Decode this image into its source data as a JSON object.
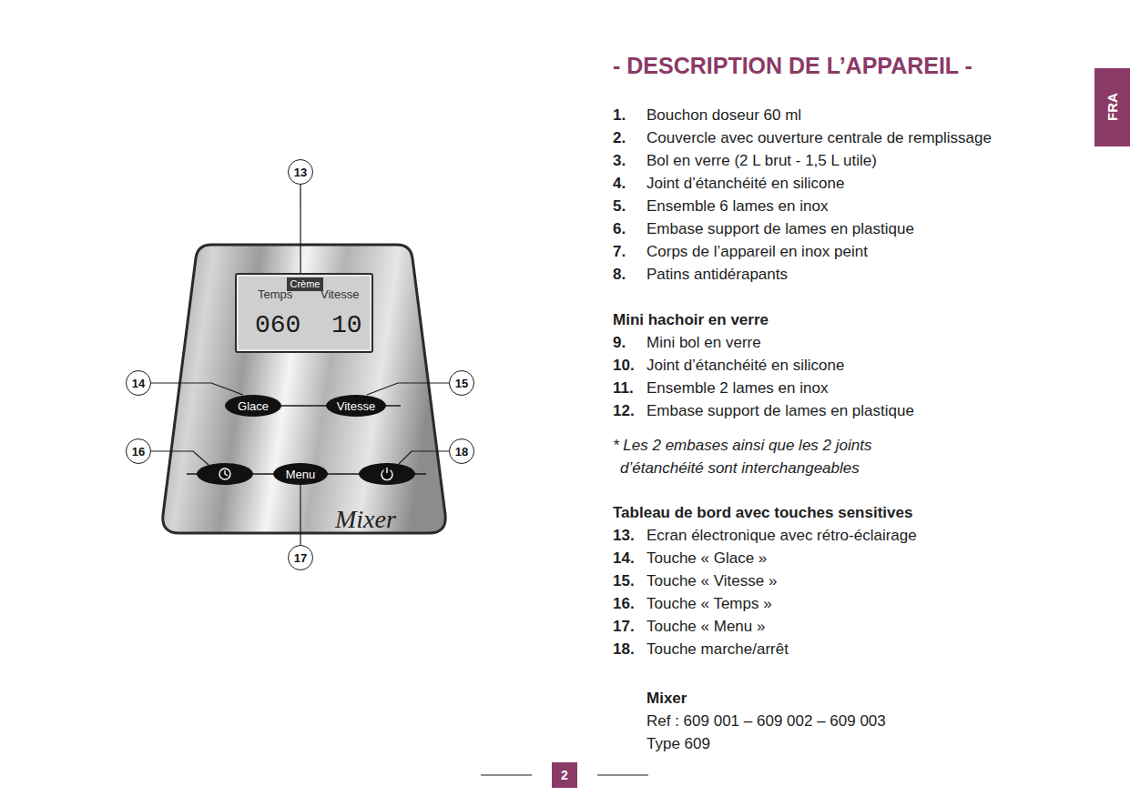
{
  "diagram": {
    "title": "- DESCRIPTION DE L’APPAREIL -",
    "nodes": [
      {
        "text": [
          "13"
        ]
      },
      {
        "text": [
          "Mixer"
        ]
      },
      {
        "text": [
          "Temps",
          "Vitesse",
          "060",
          "10"
        ],
        "in": 1
      },
      {
        "text": [
          "Crème"
        ],
        "in": 2
      },
      {
        "text": [
          "14"
        ]
      },
      {
        "text": [
          "Glace"
        ],
        "in": 1
      },
      {
        "text": [
          "Vitesse"
        ],
        "in": 1
      },
      {
        "text": [
          "15"
        ]
      },
      {
        "text": [
          "16"
        ]
      },
      {
        "text": [
          "Menu"
        ],
        "in": 1
      },
      {
        "text": [
          "18"
        ]
      },
      {
        "text": [
          "17"
        ]
      },
      {
        "text": [
          "FRA"
        ]
      },
      {
        "text": [
          "2"
        ]
      }
    ],
    "edges": [
      {
        "from": 0,
        "to": 2,
        "arrow": "none"
      },
      {
        "from": 4,
        "to": 5,
        "arrow": "none"
      },
      {
        "from": 7,
        "to": 6,
        "arrow": "none"
      },
      {
        "from": 11,
        "to": 9,
        "arrow": "none"
      }
    ],
    "labels": [
      "1.",
      "Bouchon doseur 60 ml",
      "2.",
      "Couvercle avec ouverture centrale de remplissage",
      "3.",
      "Bol en verre (2 L brut - 1,5 L utile)",
      "4.",
      "Joint d’étanchéité en silicone",
      "5.",
      "Ensemble 6 lames en inox",
      "6.",
      "Embase support de lames en plastique",
      "7.",
      "Corps de l’appareil en inox peint",
      "8.",
      "Patins antidérapants",
      "Mini hachoir en verre",
      "9.",
      "Mini bol en verre",
      "10.",
      "Joint d’étanchéité en silicone",
      "11.",
      "Ensemble 2 lames en inox",
      "12.",
      "Embase support de lames en plastique",
      "* Les 2 embases ainsi que les 2 joints d’étanchéité sont interchangeables",
      "Tableau de bord avec touches sensitives",
      "13.",
      "Ecran électronique avec rétro-éclairage",
      "14.",
      "Touche « Glace »",
      "15.",
      "Touche « Vitesse »",
      "16.",
      "Touche « Temps »",
      "17.",
      "Touche « Menu »",
      "18.",
      "Touche marche/arrêt",
      "Mixer",
      "Ref : 609 001 – 609 002 – 609 003",
      "Type 609"
    ]
  }
}
